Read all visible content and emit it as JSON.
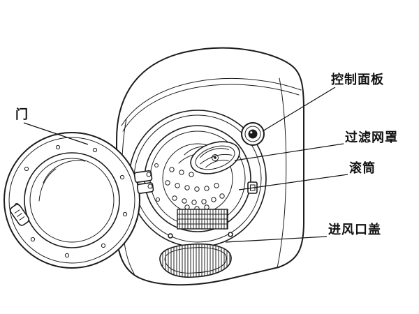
{
  "diagram": {
    "background_color": "#ffffff",
    "line_color": "#1c1c1c",
    "labels": {
      "door": "门",
      "control_panel": "控制面板",
      "filter_cover": "过滤网罩",
      "drum": "滚筒",
      "air_inlet_cover": "进风口盖"
    }
  }
}
